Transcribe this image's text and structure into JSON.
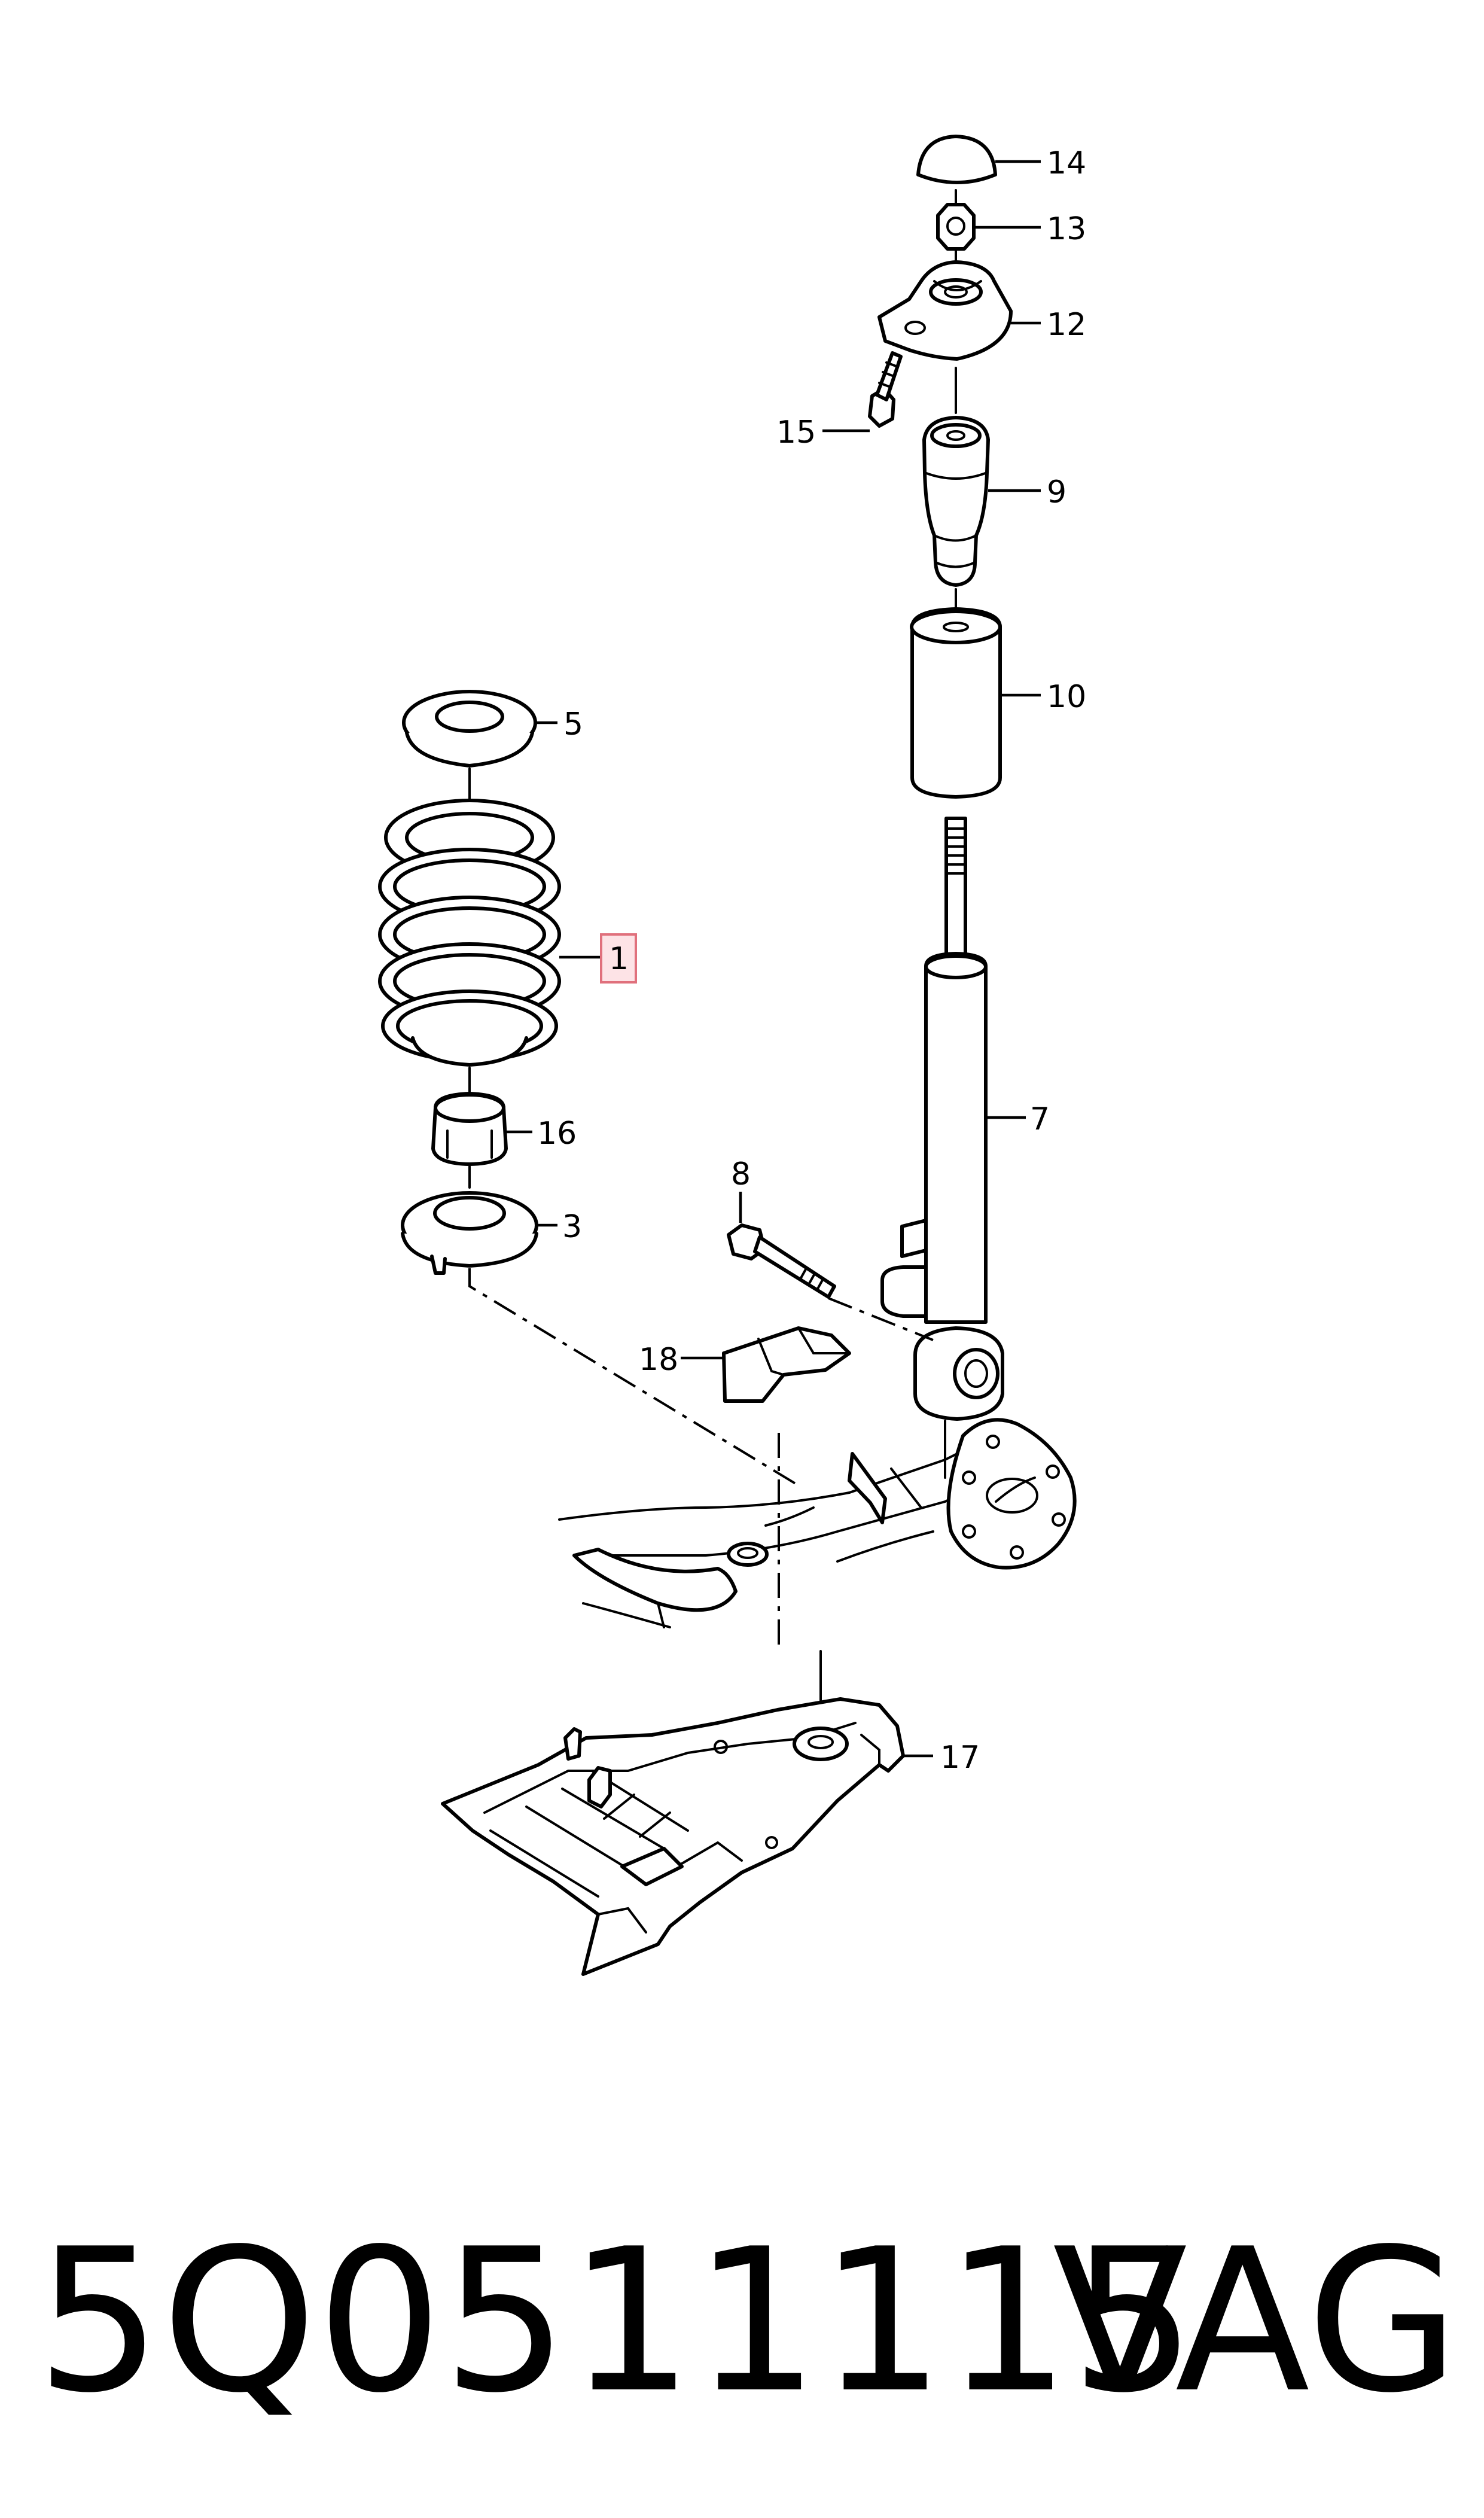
{
  "callouts": {
    "p1": "1",
    "p3": "3",
    "p5": "5",
    "p7": "7",
    "p8": "8",
    "p9": "9",
    "p10": "10",
    "p12": "12",
    "p13": "13",
    "p14": "14",
    "p15": "15",
    "p16": "16",
    "p17": "17",
    "p18": "18"
  },
  "highlighted_part": "1",
  "highlight_color": "#fde3e6",
  "caption": {
    "part_number": "5Q0511115",
    "brand": "VAG"
  }
}
